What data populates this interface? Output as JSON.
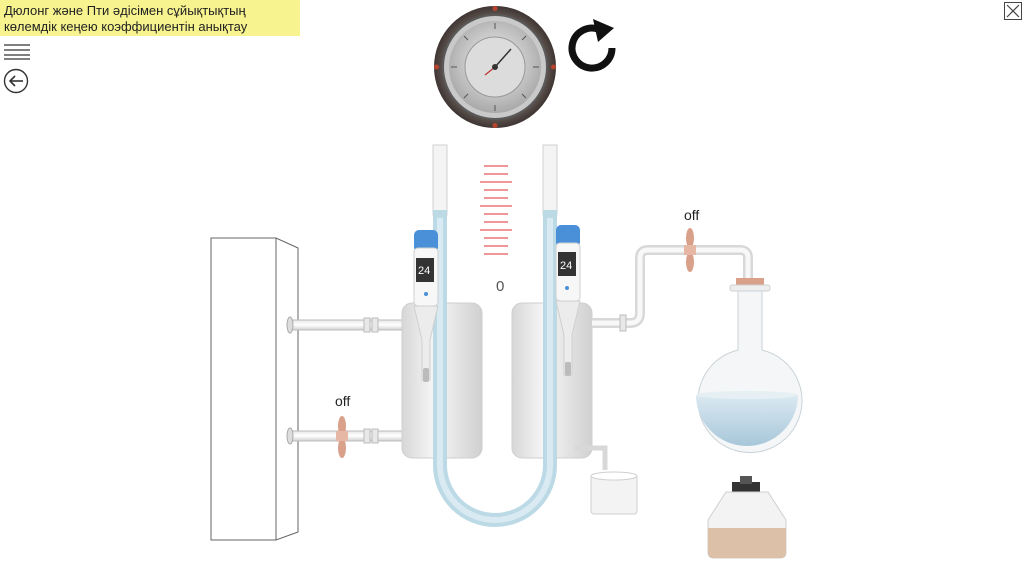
{
  "title": "Дюлонг және Пти әдісімен сұйықтықтың көлемдік кеңею коэффициентін анықтау",
  "valves": {
    "top_state": "off",
    "bottom_state": "off"
  },
  "scale_zero": "0",
  "thermometers": {
    "left_value": "24",
    "right_value": "24"
  },
  "icons": {
    "menu": "hamburger-icon",
    "back": "arrow-left-circle-icon",
    "close": "close-icon",
    "refresh": "refresh-icon"
  },
  "colors": {
    "title_bg": "#f7f38f",
    "liquid": "#bcd9e6",
    "thermo_cap": "#4a90d9",
    "valve": "#d9a08a",
    "scale_red": "#e03030"
  }
}
